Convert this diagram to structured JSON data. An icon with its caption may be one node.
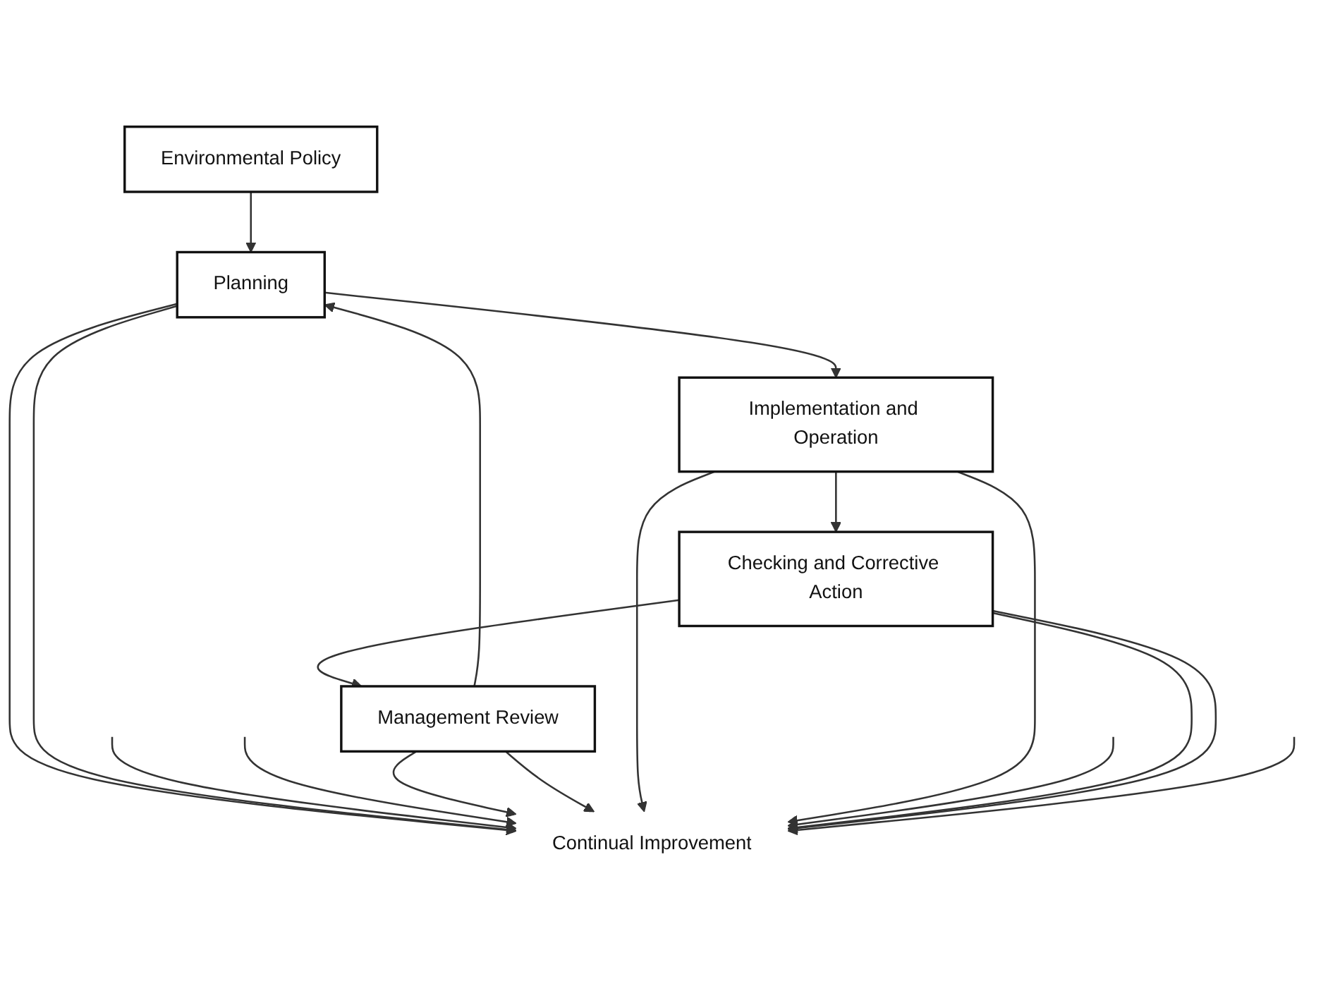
{
  "diagram": {
    "nodes": [
      {
        "text": [
          "Environmental Policy"
        ]
      },
      {
        "text": [
          "Planning"
        ]
      },
      {
        "text": [
          "Continual Improvement"
        ]
      },
      {
        "text": [
          "Implementation and Operation"
        ]
      },
      {
        "text": [
          "Checking and Corrective Action"
        ]
      },
      {
        "text": [
          "Management Review"
        ]
      }
    ],
    "edges": [
      {
        "from": 0,
        "to": 1,
        "arrow": "to"
      },
      {
        "from": 1,
        "to": 3,
        "arrow": "to"
      },
      {
        "from": 3,
        "to": 4,
        "arrow": "to"
      },
      {
        "from": 4,
        "to": 5,
        "arrow": "to"
      },
      {
        "from": 5,
        "to": 1,
        "arrow": "to"
      },
      {
        "from": 1,
        "to": 2,
        "arrow": "to"
      },
      {
        "from": 1,
        "to": 2,
        "arrow": "to"
      },
      {
        "from": null,
        "to": 2,
        "arrow": "to"
      },
      {
        "from": null,
        "to": 2,
        "arrow": "to"
      },
      {
        "from": 5,
        "to": 2,
        "arrow": "to"
      },
      {
        "from": 5,
        "to": 2,
        "arrow": "to"
      },
      {
        "from": 3,
        "to": 2,
        "arrow": "to"
      },
      {
        "from": 3,
        "to": 2,
        "arrow": "to"
      },
      {
        "from": null,
        "to": 2,
        "arrow": "to"
      },
      {
        "from": 4,
        "to": 2,
        "arrow": "to"
      },
      {
        "from": 4,
        "to": 2,
        "arrow": "to"
      },
      {
        "from": null,
        "to": 2,
        "arrow": "to"
      }
    ]
  }
}
